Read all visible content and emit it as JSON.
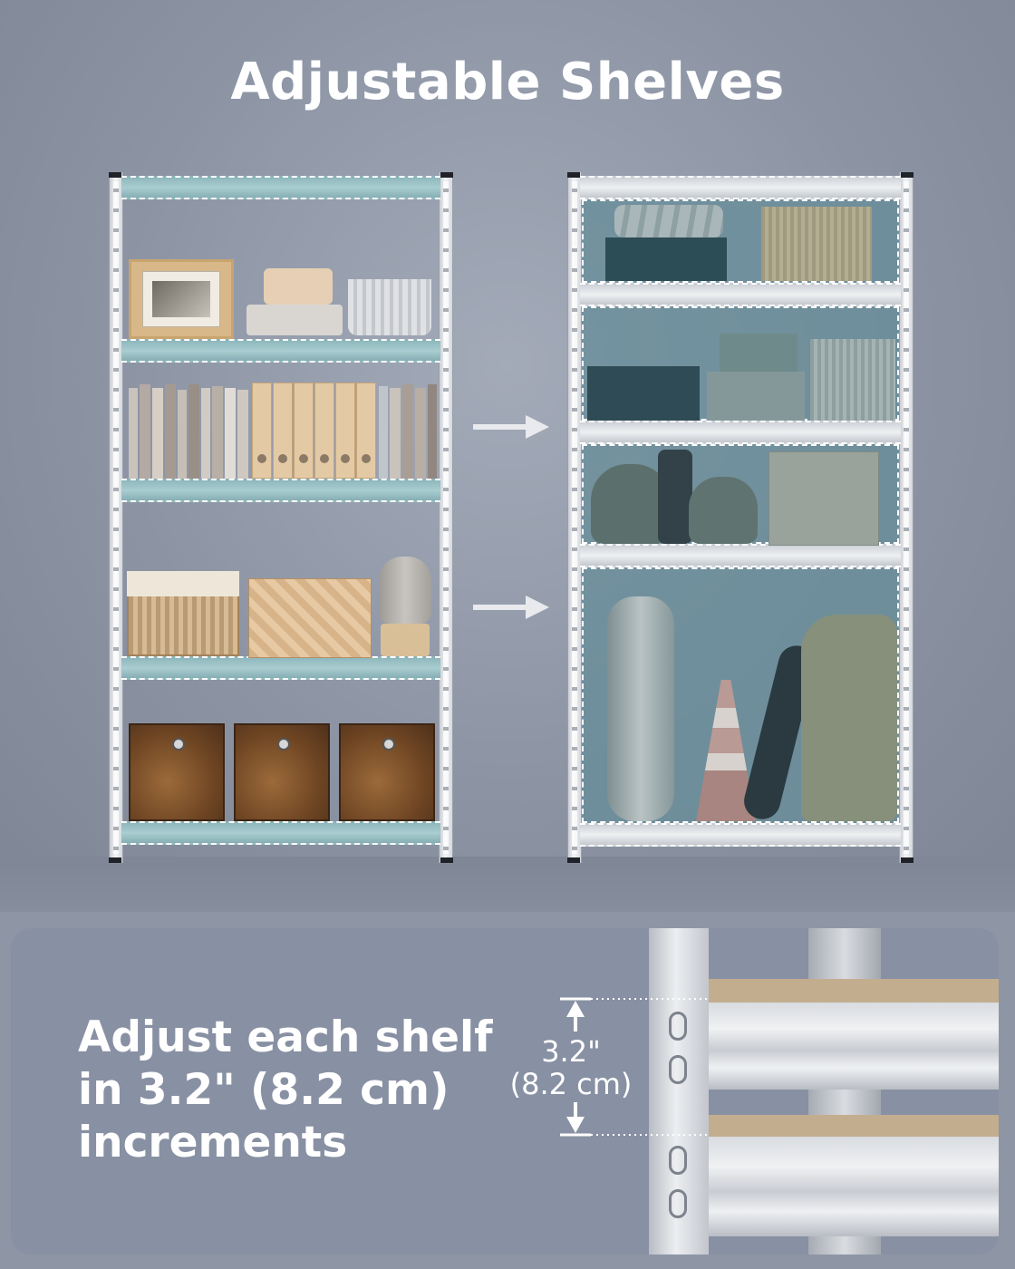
{
  "title": "Adjustable Shelves",
  "panel": {
    "lines": [
      "Adjust each shelf",
      "in 3.2\" (8.2 cm)",
      "increments"
    ]
  },
  "dimension": {
    "inches": "3.2\"",
    "cm": "(8.2 cm)"
  },
  "colors": {
    "background": "#8e96a6",
    "shelf_highlight_left": "#a9cdd0",
    "bay_highlight_right": "#658c98",
    "panel": "#8890a3",
    "text": "#ffffff"
  },
  "icons": [
    "arrow-right-icon",
    "double-arrow-vertical-icon"
  ]
}
